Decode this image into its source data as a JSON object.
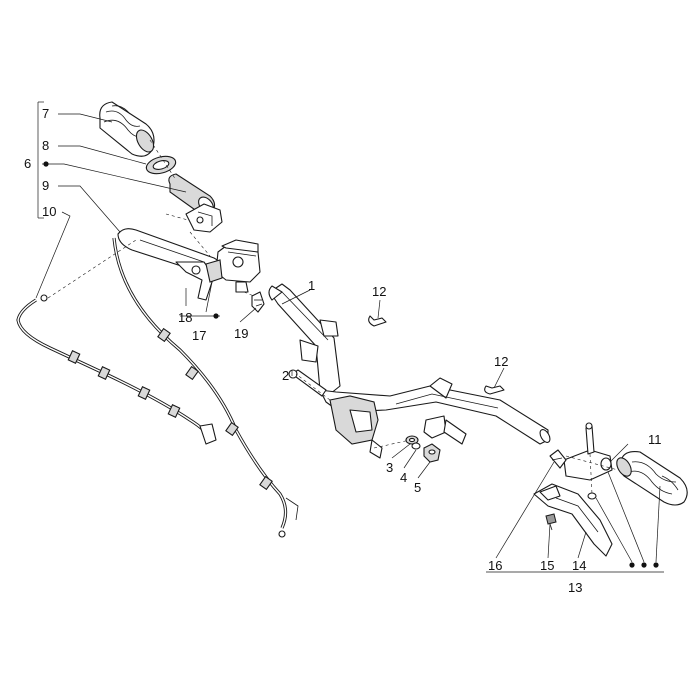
{
  "labels": {
    "l1": "1",
    "l2": "2",
    "l3": "3",
    "l4": "4",
    "l5": "5",
    "l6": "6",
    "l7": "7",
    "l8": "8",
    "l9": "9",
    "l10": "10",
    "l11": "11",
    "l12a": "12",
    "l12b": "12",
    "l13": "13",
    "l14": "14",
    "l15": "15",
    "l16": "16",
    "l17": "17",
    "l18": "18",
    "l19": "19"
  },
  "colors": {
    "line": "#1a1a1a",
    "shade": "#d9d9d9",
    "background": "#ffffff"
  }
}
